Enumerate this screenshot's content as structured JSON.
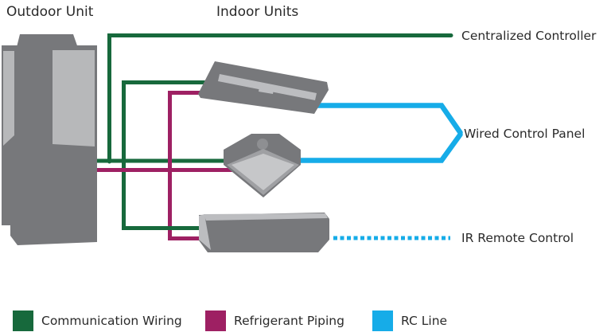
{
  "header": {
    "outdoor_title": "Outdoor Unit",
    "indoor_title": "Indoor Units"
  },
  "labels": {
    "centralized_controller": "Centralized Controller",
    "wired_control_panel": "Wired Control Panel",
    "ir_remote_control": "IR Remote Control"
  },
  "legend": {
    "items": [
      {
        "label": "Communication Wiring",
        "color": "#17693C"
      },
      {
        "label": "Refrigerant Piping",
        "color": "#9E2063"
      },
      {
        "label": "RC Line",
        "color": "#16ACE8"
      }
    ]
  },
  "colors": {
    "communication_wiring": "#17693C",
    "refrigerant_piping": "#9E2063",
    "rc_line": "#16ACE8",
    "unit_body_gray": "#77787B",
    "unit_panel_light_gray": "#BCBDC0",
    "text": "#2A2A2A"
  }
}
